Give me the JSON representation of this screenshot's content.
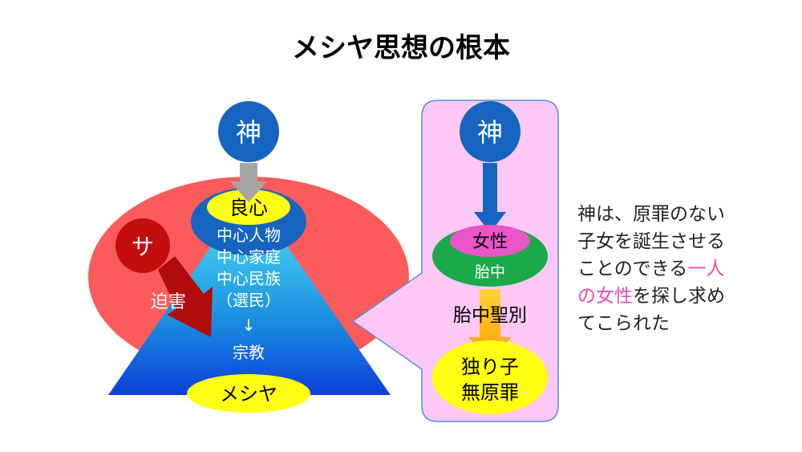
{
  "title": "メシヤ思想の根本",
  "left": {
    "god": "神",
    "satan": "サ",
    "persecution": "迫害",
    "conscience": "良心",
    "center_lines": [
      "中心人物",
      "中心家庭",
      "中心民族",
      "（選民）",
      "↓",
      "宗教"
    ],
    "messiah": "メシヤ"
  },
  "right": {
    "god": "神",
    "woman": "女性",
    "womb": "胎中",
    "sanctification": "胎中聖別",
    "only_son_1": "独り子",
    "only_son_2": "無原罪"
  },
  "side_text": {
    "line1": "神は、原罪のない",
    "line2": "子女を誕生させる",
    "line3a": "ことのできる",
    "line3b": "一人",
    "line4a": "の女性",
    "line4b": "を探し求め",
    "line5": "てこられた"
  },
  "colors": {
    "red_circle": "#fb5b5b",
    "blue_circle": "#1565c0",
    "satan_circle": "#c40d0d",
    "yellow": "#ffff14",
    "panel_fill": "#fdc8f6",
    "panel_border": "#5b8dd6",
    "green": "#1aaa4a",
    "pink": "#ea55c8",
    "orange": "#ffb300",
    "dark_red_arrow": "#b10c0c",
    "gray_arrow": "#a6a6a6",
    "highlight_text": "#e84fb4"
  }
}
